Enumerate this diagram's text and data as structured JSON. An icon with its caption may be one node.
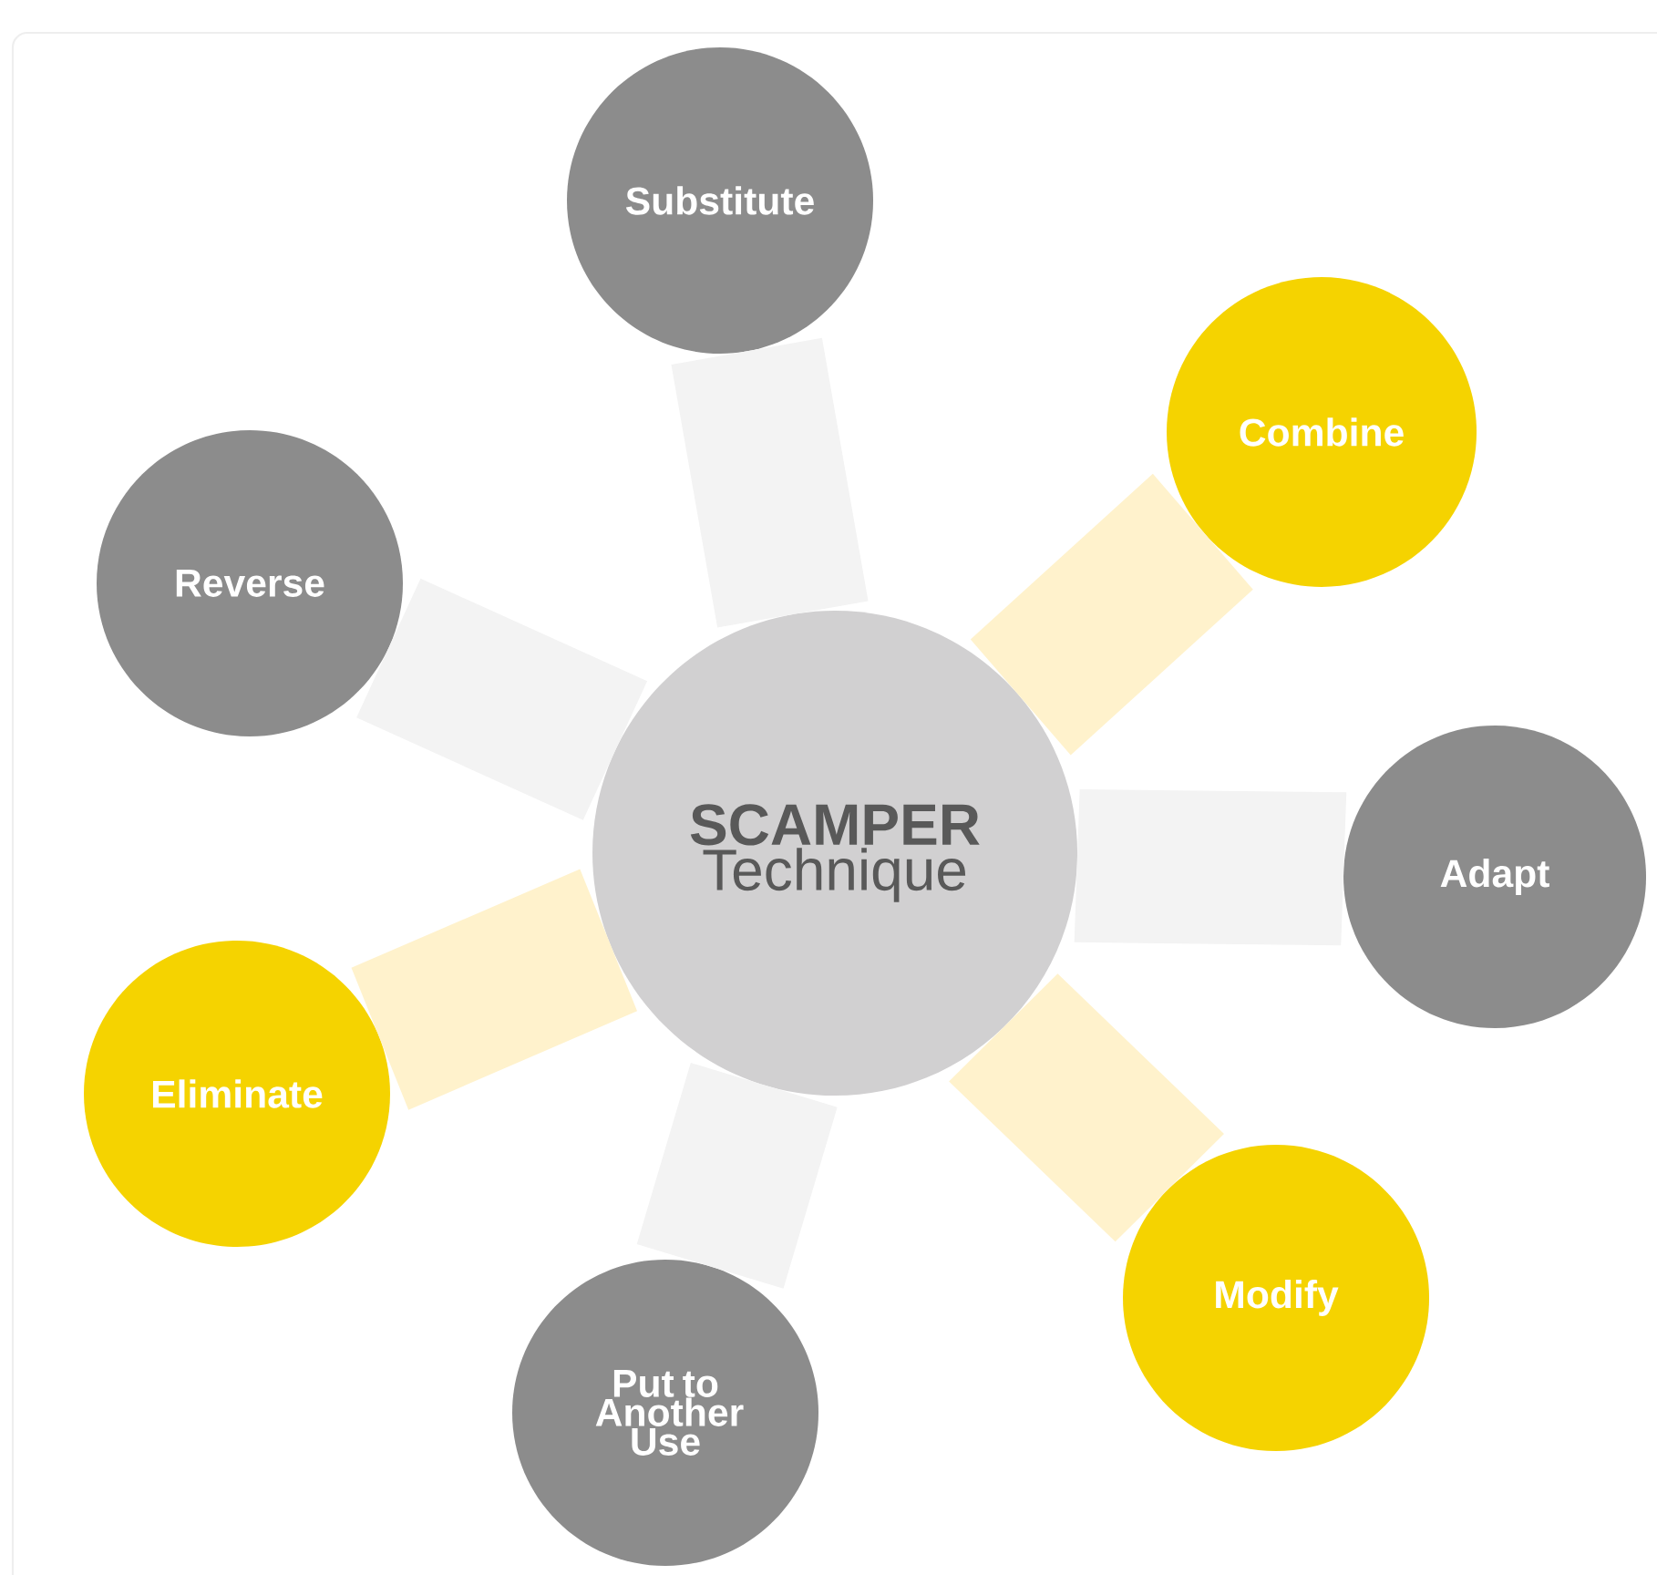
{
  "diagram": {
    "nodes": [
      {
        "text": [
          "SCAMPER",
          "Technique"
        ]
      },
      {
        "text": [
          "Substitute"
        ]
      },
      {
        "text": [
          "Combine"
        ]
      },
      {
        "text": [
          "Adapt"
        ]
      },
      {
        "text": [
          "Modify"
        ]
      },
      {
        "text": [
          "Put to Another Use"
        ]
      },
      {
        "text": [
          "Eliminate"
        ]
      },
      {
        "text": [
          "Reverse"
        ]
      }
    ],
    "edges": [
      {
        "from": 0,
        "to": 1,
        "arrow": "none"
      },
      {
        "from": 0,
        "to": 2,
        "arrow": "none",
        "color": "#fff2cc"
      },
      {
        "from": 0,
        "to": 3,
        "arrow": "none"
      },
      {
        "from": 0,
        "to": 4,
        "arrow": "none",
        "color": "#fff2cc"
      },
      {
        "from": 0,
        "to": 5,
        "arrow": "none"
      },
      {
        "from": 0,
        "to": 6,
        "arrow": "none",
        "color": "#fff2cc"
      },
      {
        "from": 0,
        "to": 7,
        "arrow": "none"
      }
    ]
  }
}
